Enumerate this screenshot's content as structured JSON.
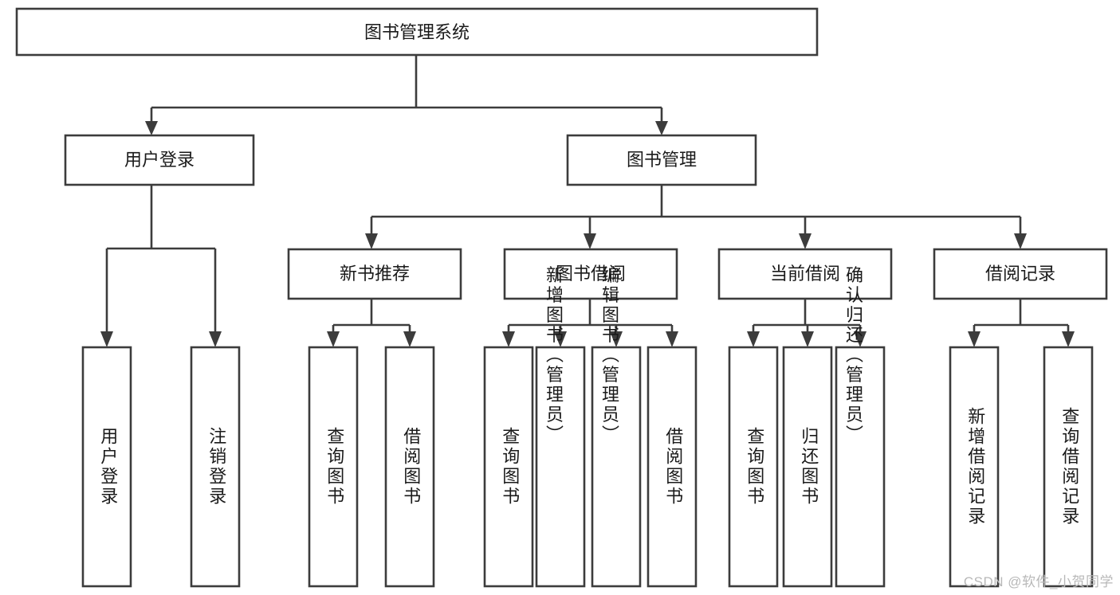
{
  "diagram": {
    "title": "图书管理系统",
    "type": "功能结构图",
    "orientation": "top-down-tree",
    "colors": {
      "box_stroke": "#3c3c3c",
      "box_fill": "#ffffff",
      "connector": "#3c3c3c",
      "label_text": "#1a1a1a",
      "background": "#ffffff",
      "watermark": "#b8b8b8"
    },
    "root": {
      "label": "图书管理系统"
    },
    "level2": [
      {
        "label": "用户登录"
      },
      {
        "label": "图书管理"
      }
    ],
    "level3": [
      {
        "label": "新书推荐"
      },
      {
        "label": "图书借阅"
      },
      {
        "label": "当前借阅"
      },
      {
        "label": "借阅记录"
      }
    ],
    "leaves": {
      "user_login": [
        {
          "label": "用户登录"
        },
        {
          "label": "注销登录"
        }
      ],
      "new_book_recommend": [
        {
          "label": "查询图书"
        },
        {
          "label": "借阅图书"
        }
      ],
      "book_borrow": [
        {
          "label": "查询图书"
        },
        {
          "label": "新增图书（管理员）"
        },
        {
          "label": "编辑图书（管理员）"
        },
        {
          "label": "借阅图书"
        }
      ],
      "current_borrow": [
        {
          "label": "查询图书"
        },
        {
          "label": "归还图书"
        },
        {
          "label": "确认归还（管理员）"
        }
      ],
      "borrow_record": [
        {
          "label": "新增借阅记录"
        },
        {
          "label": "查询借阅记录"
        }
      ]
    }
  },
  "watermark": {
    "text": "CSDN @软件_小贺同学"
  }
}
